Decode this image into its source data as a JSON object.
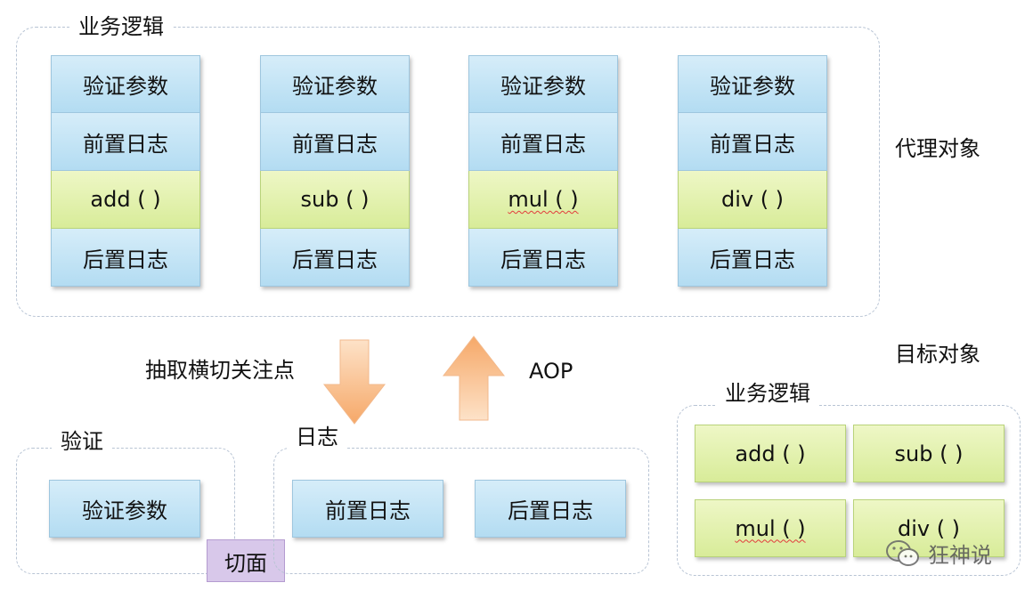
{
  "proxy": {
    "group_title": "业务逻辑",
    "label": "代理对象",
    "columns": [
      {
        "validate": "验证参数",
        "pre_log": "前置日志",
        "method": "add ( )",
        "post_log": "后置日志"
      },
      {
        "validate": "验证参数",
        "pre_log": "前置日志",
        "method": "sub ( )",
        "post_log": "后置日志"
      },
      {
        "validate": "验证参数",
        "pre_log": "前置日志",
        "method": "mul ( )",
        "post_log": "后置日志"
      },
      {
        "validate": "验证参数",
        "pre_log": "前置日志",
        "method": "div ( )",
        "post_log": "后置日志"
      }
    ]
  },
  "arrows": {
    "extract_label": "抽取横切关注点",
    "aop_label": "AOP"
  },
  "validation": {
    "title": "验证",
    "item": "验证参数"
  },
  "aspect_label": "切面",
  "logging": {
    "title": "日志",
    "pre_log": "前置日志",
    "post_log": "后置日志"
  },
  "target": {
    "label": "目标对象",
    "group_title": "业务逻辑",
    "methods": [
      "add ( )",
      "sub ( )",
      "mul ( )",
      "div ( )"
    ]
  },
  "watermark": "狂神说",
  "colors": {
    "blue_cell": "#c5e5f6",
    "green_cell": "#e2f1ad",
    "aspect_purple": "#d8c8ea",
    "arrow_orange": "#f7b27a"
  }
}
